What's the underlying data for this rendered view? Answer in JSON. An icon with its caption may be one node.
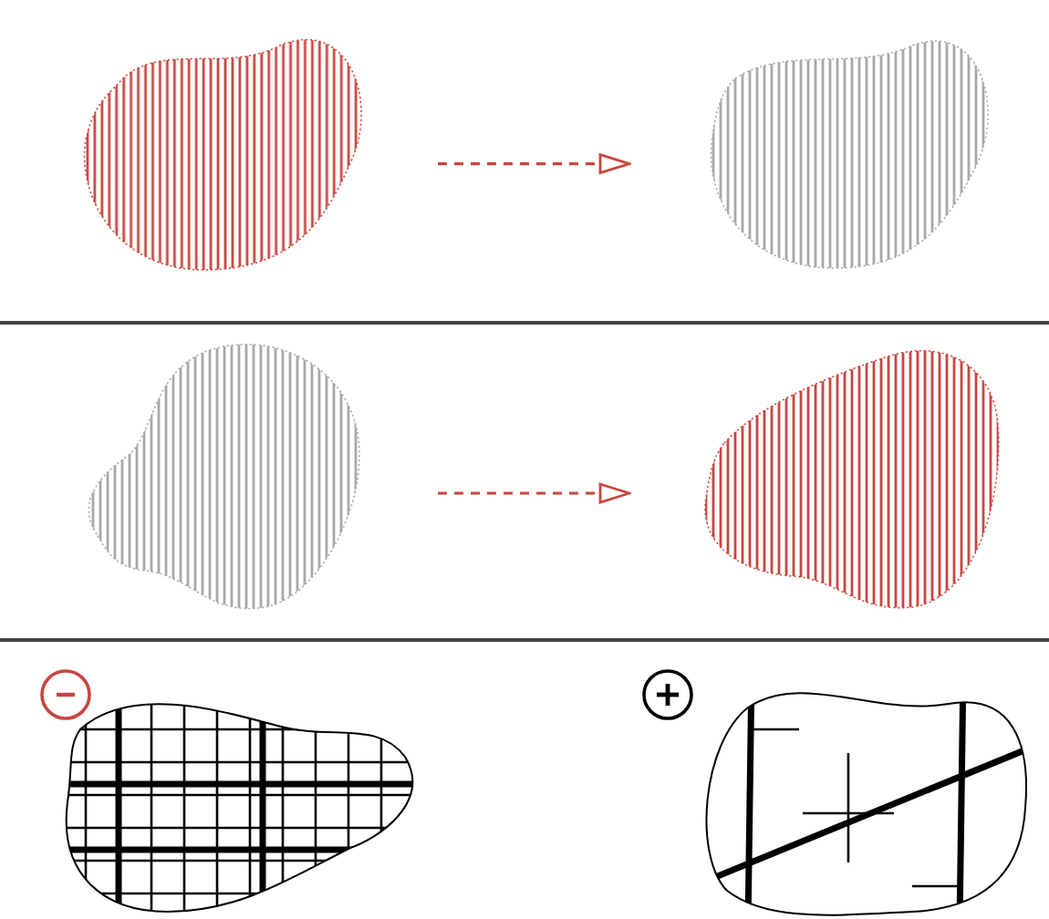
{
  "diagram": {
    "nodes": [
      {
        "text": [],
        "shape": "blob"
      },
      {
        "text": [],
        "shape": "blob"
      },
      {
        "text": [],
        "shape": "blob"
      },
      {
        "text": [],
        "shape": "blob"
      }
    ],
    "edges": [
      {
        "from": 0,
        "to": 1,
        "arrow": "to",
        "style": "dashed"
      },
      {
        "from": 2,
        "to": 3,
        "arrow": "to",
        "style": "dashed"
      }
    ]
  }
}
